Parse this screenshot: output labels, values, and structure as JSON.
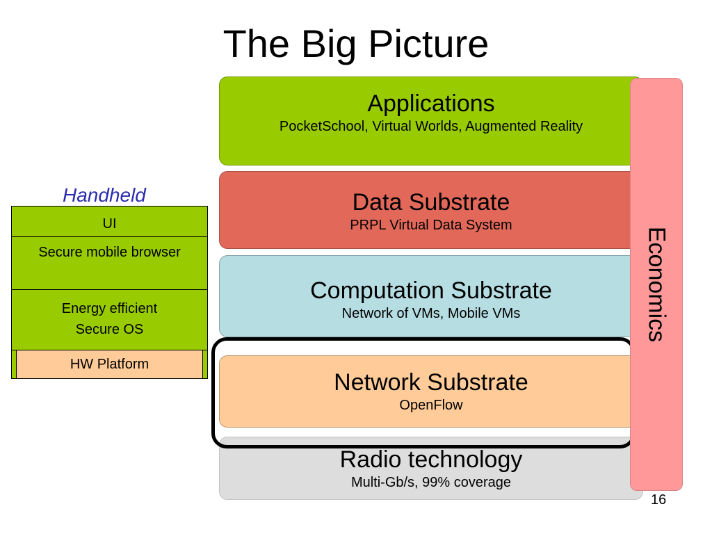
{
  "title": "The Big Picture",
  "layers": {
    "applications": {
      "title": "Applications",
      "subtitle": "PocketSchool, Virtual Worlds, Augmented Reality"
    },
    "data": {
      "title": "Data Substrate",
      "subtitle": "PRPL Virtual Data System"
    },
    "computation": {
      "title": "Computation Substrate",
      "subtitle": "Network of VMs, Mobile VMs"
    },
    "network": {
      "title": "Network Substrate",
      "subtitle": "OpenFlow"
    },
    "radio": {
      "title": "Radio technology",
      "subtitle": "Multi-Gb/s, 99% coverage"
    }
  },
  "economics": "Economics",
  "handheld": {
    "label": "Handheld",
    "ui": "UI",
    "browser": "Secure mobile browser",
    "os_line1": "Energy efficient",
    "os_line2": "Secure OS",
    "hw": "HW Platform"
  },
  "page_number": "16",
  "colors": {
    "applications": "#99cc00",
    "data": "#e2695a",
    "computation": "#b6dde2",
    "network": "#ffcc99",
    "radio": "#dddddd",
    "economics": "#ff9999",
    "handheld_label": "#2b2bb0"
  }
}
